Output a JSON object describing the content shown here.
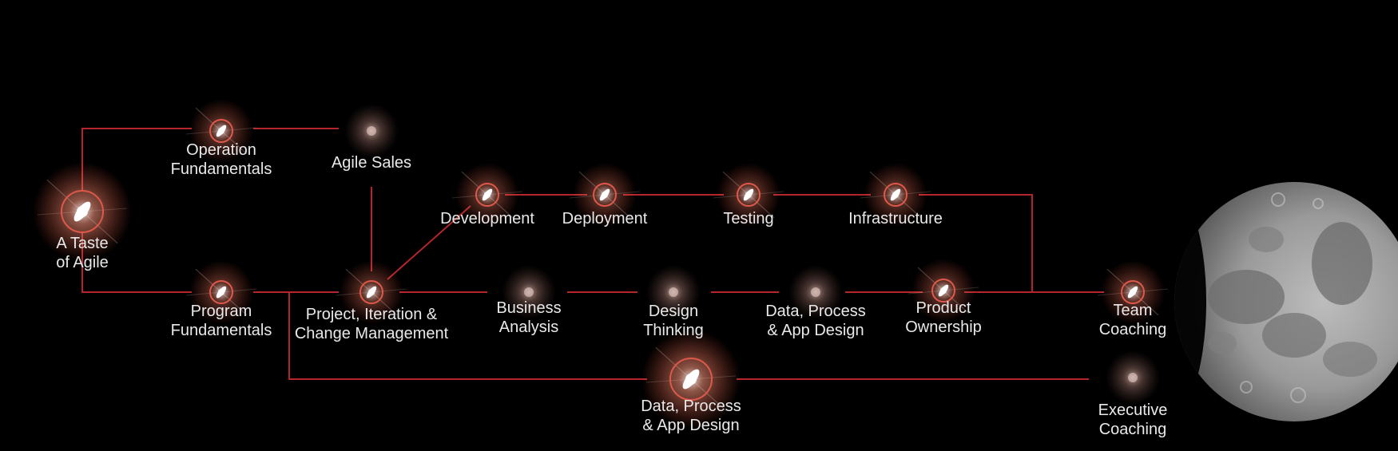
{
  "colors": {
    "background": "#000000",
    "connector": "#b3262b",
    "star_core": "#ffffff",
    "star_glow": "#ff8a70",
    "ring": "#e0584a",
    "dim_glow": "#b7877d",
    "label": "#e9e9e9"
  },
  "nodes": [
    {
      "id": "taste",
      "style": "bright",
      "label_lines": [
        "A Taste",
        "of Agile"
      ]
    },
    {
      "id": "opfund",
      "style": "ring",
      "label_lines": [
        "Operation",
        "Fundamentals"
      ]
    },
    {
      "id": "agilesales",
      "style": "dim",
      "label_lines": [
        "Agile Sales"
      ]
    },
    {
      "id": "progfund",
      "style": "ring",
      "label_lines": [
        "Program",
        "Fundamentals"
      ]
    },
    {
      "id": "pic",
      "style": "ring",
      "label_lines": [
        "Project, Iteration &",
        "Change Management"
      ]
    },
    {
      "id": "development",
      "style": "ring",
      "label_lines": [
        "Development"
      ]
    },
    {
      "id": "deployment",
      "style": "ring",
      "label_lines": [
        "Deployment"
      ]
    },
    {
      "id": "testing",
      "style": "ring",
      "label_lines": [
        "Testing"
      ]
    },
    {
      "id": "infra",
      "style": "ring",
      "label_lines": [
        "Infrastructure"
      ]
    },
    {
      "id": "business",
      "style": "dim",
      "label_lines": [
        "Business",
        "Analysis"
      ]
    },
    {
      "id": "design",
      "style": "dim",
      "label_lines": [
        "Design",
        "Thinking"
      ]
    },
    {
      "id": "dpad1",
      "style": "dim",
      "label_lines": [
        "Data, Process",
        "& App Design"
      ]
    },
    {
      "id": "product",
      "style": "ring",
      "label_lines": [
        "Product",
        "Ownership"
      ]
    },
    {
      "id": "team",
      "style": "ring",
      "label_lines": [
        "Team",
        "Coaching"
      ]
    },
    {
      "id": "dpad2",
      "style": "bright",
      "label_lines": [
        "Data, Process",
        "& App Design"
      ]
    },
    {
      "id": "exec",
      "style": "dim",
      "label_lines": [
        "Executive",
        "Coaching"
      ]
    }
  ],
  "moon": {
    "name": "moon-phase-illustration"
  }
}
